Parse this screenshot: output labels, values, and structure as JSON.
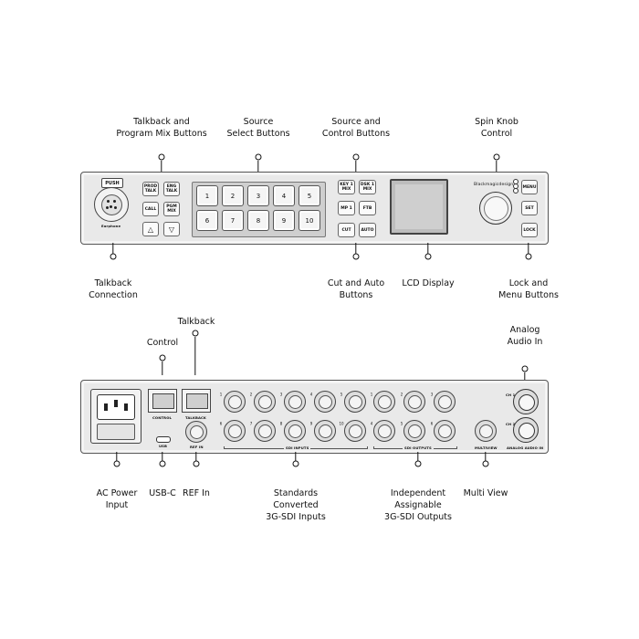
{
  "front_panel": {
    "push_label": "PUSH",
    "xlr_sub_label": "Earphone",
    "talk_buttons": [
      "PROD TALK",
      "ENG TALK",
      "CALL",
      "PGM MIX"
    ],
    "arrow_up": "△",
    "arrow_down": "▽",
    "source_buttons": [
      "1",
      "2",
      "3",
      "4",
      "5",
      "6",
      "7",
      "8",
      "9",
      "10"
    ],
    "control_buttons": [
      "KEY 1 MIX",
      "DSK 1 MIX",
      "MP 1",
      "FTB",
      "CUT",
      "AUTO"
    ],
    "brand": "Blackmagicdesign",
    "menu_buttons": [
      "MENU",
      "SET",
      "LOCK"
    ]
  },
  "rear_panel": {
    "labels": {
      "control": "CONTROL",
      "talkback": "TALKBACK",
      "usb": "USB",
      "ref_in": "REF IN",
      "sdi_inputs": "SDI INPUTS",
      "sdi_outputs": "SDI OUTPUTS",
      "multiview": "MULTIVIEW",
      "analog_audio_in": "ANALOG AUDIO IN",
      "ch1": "CH 1",
      "ch2": "CH 2"
    },
    "sdi_in_numbers": [
      "1",
      "2",
      "3",
      "4",
      "5",
      "6",
      "7",
      "8",
      "9",
      "10"
    ],
    "sdi_out_numbers": [
      "1",
      "2",
      "3",
      "4",
      "5",
      "6"
    ]
  },
  "callouts": {
    "talkback_program_mix": [
      "Talkback and",
      "Program Mix Buttons"
    ],
    "source_select": [
      "Source",
      "Select Buttons"
    ],
    "source_control": [
      "Source and",
      "Control  Buttons"
    ],
    "spin_knob": [
      "Spin Knob",
      "Control"
    ],
    "talkback_connection": [
      "Talkback",
      "Connection"
    ],
    "cut_auto": [
      "Cut and Auto",
      "Buttons"
    ],
    "lcd_display": [
      "LCD Display"
    ],
    "lock_menu": [
      "Lock and",
      "Menu Buttons"
    ],
    "talkback": [
      "Talkback"
    ],
    "control": [
      "Control"
    ],
    "analog_audio_in": [
      "Analog",
      "Audio In"
    ],
    "ac_power": [
      "AC Power",
      "Input"
    ],
    "usb_c": [
      "USB-C"
    ],
    "ref_in": [
      "REF In"
    ],
    "sdi_inputs": [
      "Standards",
      "Converted",
      "3G-SDI Inputs"
    ],
    "sdi_outputs": [
      "Independent",
      "Assignable",
      "3G-SDI Outputs"
    ],
    "multi_view": [
      "Multi View"
    ]
  }
}
